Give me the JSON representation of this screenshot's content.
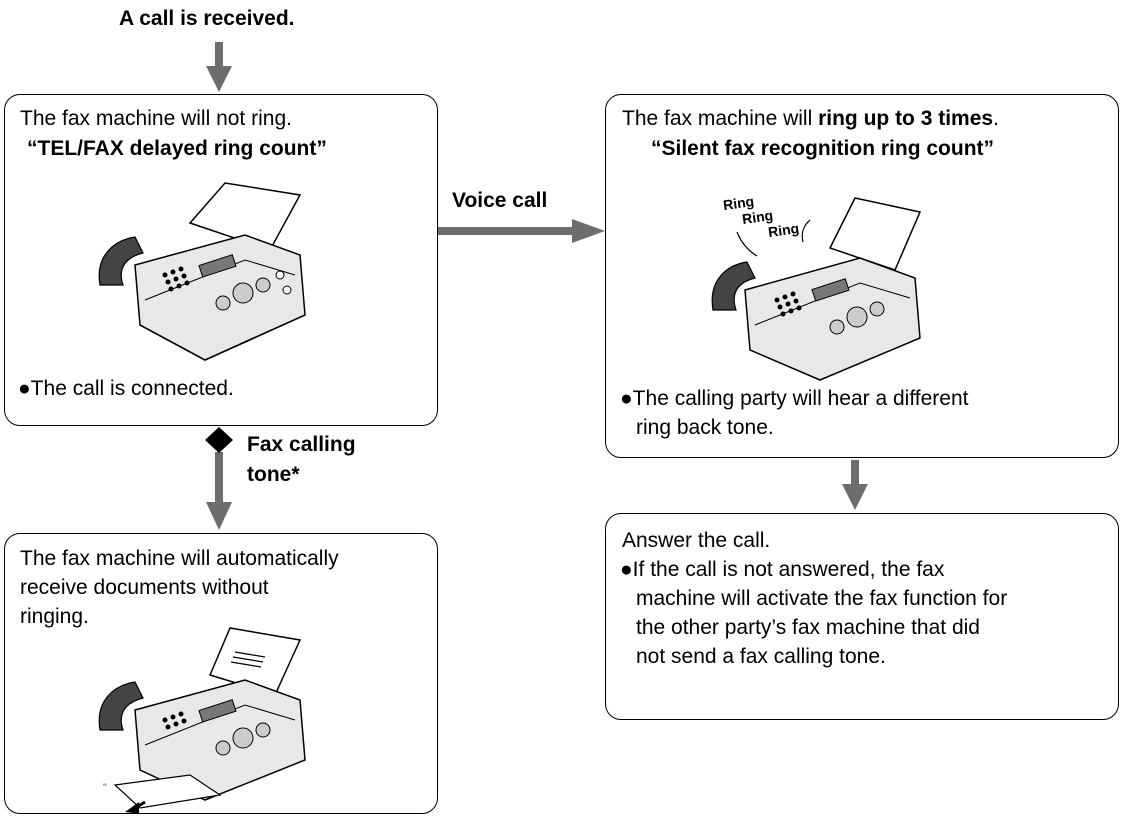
{
  "start_label": "A call is received.",
  "box_tl": {
    "line1": "The fax machine will not ring.",
    "setting": "“TEL/FAX delayed ring count”",
    "bullet": "●The call is connected."
  },
  "voice_label": "Voice call",
  "fax_label_line1": "Fax calling",
  "fax_label_line2": "tone*",
  "box_bl": {
    "line1": "The fax machine will automatically",
    "line2": "receive documents without",
    "line3": "ringing."
  },
  "box_tr": {
    "line1_pre": "The fax machine will ",
    "line1_bold": "ring up to 3 times",
    "line1_post": ".",
    "setting": "“Silent fax recognition ring count”",
    "ring1": "Ring",
    "ring2": "Ring",
    "ring3": "Ring",
    "bullet_line1": "●The calling party will hear a different",
    "bullet_line2": "ring back tone."
  },
  "box_br": {
    "line1": "Answer the call.",
    "bullet_line1": "●If the call is not answered, the fax",
    "bullet_line2": "machine will activate the fax function for",
    "bullet_line3": "the other party’s fax machine that did",
    "bullet_line4": "not send a fax calling tone."
  },
  "colors": {
    "arrow": "#6d6d6d",
    "border": "#000000"
  }
}
